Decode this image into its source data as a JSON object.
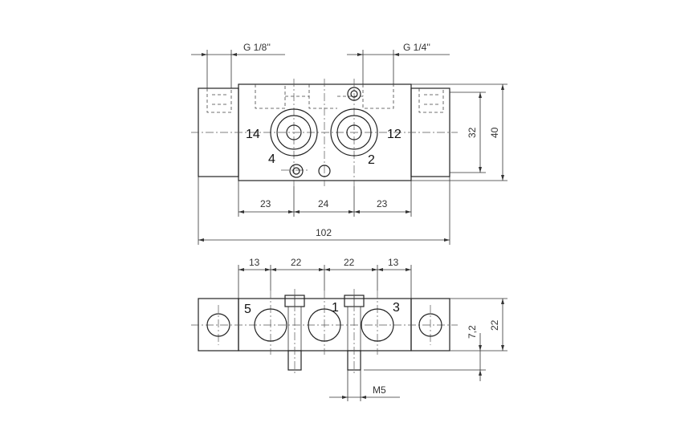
{
  "thread_labels": {
    "small": "G 1/8''",
    "large": "G 1/4''"
  },
  "top_view": {
    "ports": {
      "p14": "14",
      "p12": "12",
      "p4": "4",
      "p2": "2"
    },
    "dims": {
      "w_left": "23",
      "w_mid": "24",
      "w_right": "23",
      "overall": "102",
      "h_inner": "32",
      "h_outer": "40"
    }
  },
  "bottom_view": {
    "ports": {
      "p5": "5",
      "p1": "1",
      "p3": "3"
    },
    "dims": {
      "d13_left": "13",
      "d22_left": "22",
      "d22_right": "22",
      "d13_right": "13",
      "h_7_2": "7,2",
      "h_22": "22",
      "screw": "M5"
    }
  }
}
